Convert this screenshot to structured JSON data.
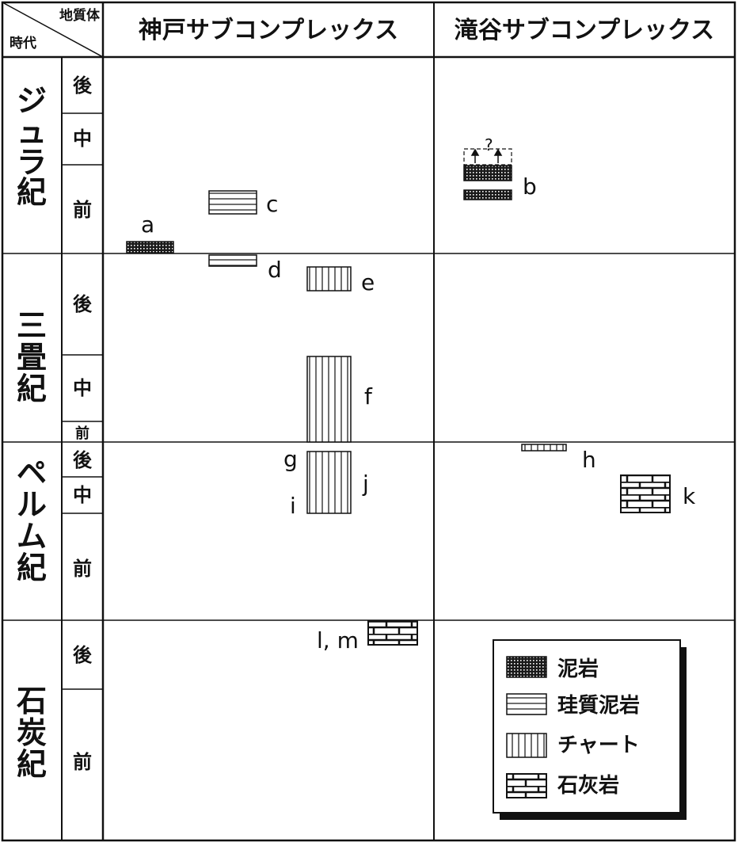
{
  "header": {
    "corner_top": "地質体",
    "corner_bottom": "時代",
    "col1": "神戸サブコンプレックス",
    "col2": "滝谷サブコンプレックス"
  },
  "eras": [
    {
      "name": "ジ\nュ\nラ\n紀",
      "subs": [
        "後",
        "中",
        "前"
      ]
    },
    {
      "name": "三\n畳\n紀",
      "subs": [
        "後",
        "中",
        "前"
      ]
    },
    {
      "name": "ペ\nル\nム\n紀",
      "subs": [
        "後",
        "中",
        "前"
      ]
    },
    {
      "name": "石\n炭\n紀",
      "subs": [
        "後",
        "前"
      ]
    }
  ],
  "samples": {
    "a": "a",
    "b": "b",
    "c": "c",
    "d": "d",
    "e": "e",
    "f": "f",
    "g": "g",
    "h": "h",
    "i": "i",
    "j": "j",
    "k": "k",
    "lm": "l, m"
  },
  "question_mark": "?",
  "legend": {
    "items": [
      {
        "pattern": "mudstone",
        "label": "泥岩"
      },
      {
        "pattern": "siliceous-mudstone",
        "label": "珪質泥岩"
      },
      {
        "pattern": "chert",
        "label": "チャート"
      },
      {
        "pattern": "limestone",
        "label": "石灰岩"
      }
    ]
  }
}
